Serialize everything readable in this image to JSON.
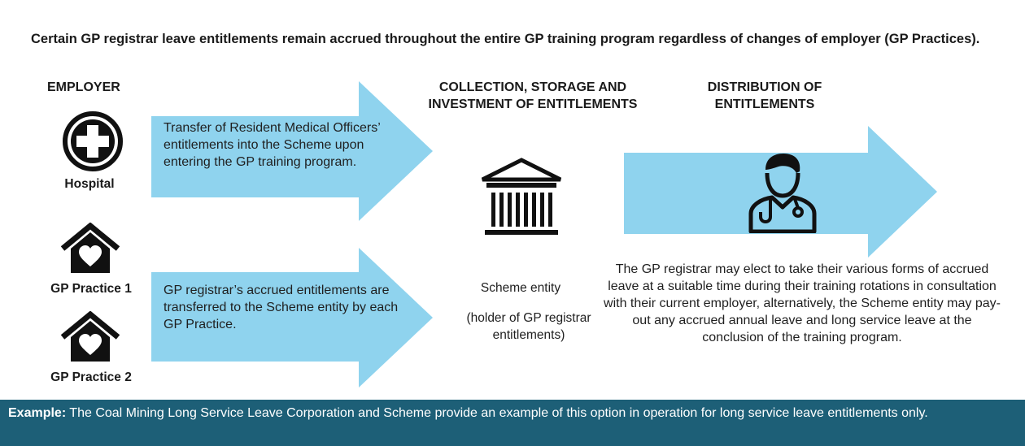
{
  "intro": "Certain GP registrar leave entitlements remain accrued throughout the entire GP training program regardless of changes of employer (GP Practices).",
  "headers": {
    "employer": "EMPLOYER",
    "collection": "COLLECTION, STORAGE AND INVESTMENT OF ENTITLEMENTS",
    "distribution": "DISTRIBUTION OF ENTITLEMENTS"
  },
  "employers": {
    "hospital": "Hospital",
    "gp_practice_1": "GP Practice 1",
    "gp_practice_2": "GP Practice 2"
  },
  "arrows": {
    "top": "Transfer of Resident Medical Officers’ entitlements into the Scheme upon entering the GP training program.",
    "bottom": "GP registrar’s accrued entitlements are transferred to the Scheme entity by each GP Practice."
  },
  "scheme": {
    "name": "Scheme entity",
    "note": "(holder of GP registrar entitlements)"
  },
  "distribution_text": "The GP registrar may elect to take their various forms of accrued leave at a suitable time during their training rotations in consultation with their current employer, alternatively, the Scheme entity may pay-out any accrued annual leave and long service leave at the conclusion of the training program.",
  "footer": {
    "label": "Example:",
    "text": " The Coal Mining Long Service Leave Corporation and Scheme provide an example of this option in operation for long service leave entitlements only."
  },
  "colors": {
    "arrow": "#8fd3ee",
    "footer_bg": "#1d5f77",
    "icon": "#111111"
  },
  "icons": [
    "medical-cross-icon",
    "house-heart-icon",
    "bank-building-icon",
    "doctor-icon"
  ]
}
